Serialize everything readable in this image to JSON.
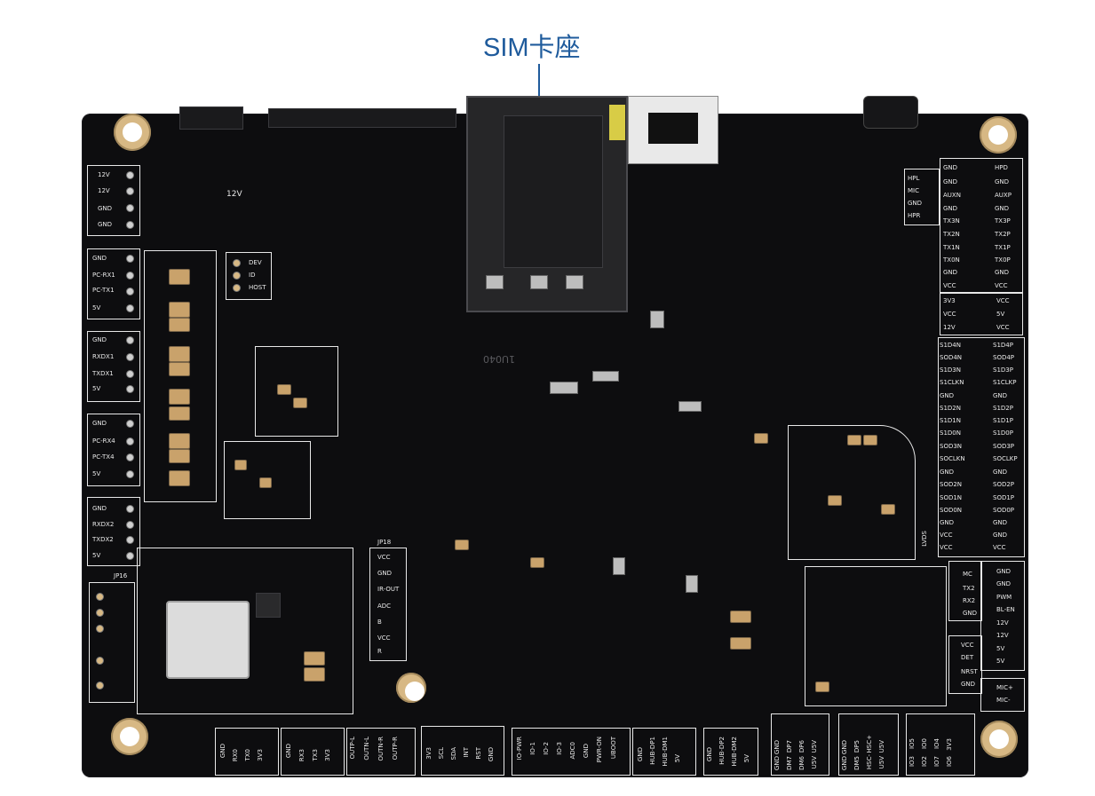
{
  "callout": {
    "label": "SIM卡座"
  },
  "board": {
    "label_12v": "12V",
    "left_groups": [
      [
        "12V",
        "12V",
        "GND",
        "GND"
      ],
      [
        "GND",
        "PC-RX1",
        "PC-TX1",
        "5V"
      ],
      [
        "GND",
        "RXDX1",
        "TXDX1",
        "5V"
      ],
      [
        "GND",
        "PC-RX4",
        "PC-TX4",
        "5V"
      ],
      [
        "GND",
        "RXDX2",
        "TXDX2",
        "5V"
      ]
    ],
    "usb_mode": [
      "DEV",
      "ID",
      "HOST"
    ],
    "jp16": "JP16",
    "jp18": "JP18",
    "jp18_pins": [
      "VCC",
      "GND",
      "IR-OUT",
      "ADC",
      "B",
      "VCC",
      "R"
    ],
    "chip_mark": "1U040",
    "right_top_left": [
      "GND",
      "GND",
      "AUXN",
      "GND",
      "TX3N",
      "TX2N",
      "TX1N",
      "TX0N",
      "GND",
      "VCC"
    ],
    "right_top_right": [
      "HPD",
      "GND",
      "AUXP",
      "GND",
      "TX3P",
      "TX2P",
      "TX1P",
      "TX0P",
      "GND",
      "VCC"
    ],
    "hpl_group": [
      "HPL",
      "MIC",
      "GND",
      "HPR"
    ],
    "power_left": [
      "3V3",
      "VCC",
      "12V"
    ],
    "power_right": [
      "VCC",
      "5V",
      "VCC"
    ],
    "lvds_left": [
      "S1D4N",
      "SOD4N",
      "S1D3N",
      "S1CLKN",
      "GND",
      "S1D2N",
      "S1D1N",
      "S1D0N",
      "SOD3N",
      "SOCLKN",
      "GND",
      "SOD2N",
      "SOD1N",
      "SOD0N",
      "GND",
      "VCC",
      "VCC"
    ],
    "lvds_right": [
      "S1D4P",
      "SOD4P",
      "S1D3P",
      "S1CLKP",
      "GND",
      "S1D2P",
      "S1D1P",
      "S1D0P",
      "SOD3P",
      "SOCLKP",
      "GND",
      "SOD2P",
      "SOD1P",
      "SOD0P",
      "GND",
      "GND",
      "VCC"
    ],
    "lvds_label": "LVDS",
    "right_mid_left": [
      "MC",
      "TX2",
      "RX2",
      "GND"
    ],
    "right_mid_right": [
      "GND",
      "GND",
      "PWM",
      "BL-EN",
      "12V",
      "12V",
      "5V",
      "5V"
    ],
    "right_low_left": [
      "VCC",
      "DET",
      "NRST",
      "GND"
    ],
    "mic": [
      "MIC+",
      "MIC-"
    ],
    "bottom_groups": [
      [
        "GND",
        "RX0",
        "TX0",
        "3V3"
      ],
      [
        "GND",
        "RX3",
        "TX3",
        "3V3"
      ],
      [
        "OUTP-L",
        "OUTN-L",
        "OUTN-R",
        "OUTP-R"
      ],
      [
        "3V3",
        "SCL",
        "SDA",
        "INT",
        "RST",
        "GND"
      ],
      [
        "IO-PWR",
        "IO-1",
        "IO-2",
        "IO-3",
        "ADC0",
        "GND",
        "PWR-ON",
        "UBOOT"
      ],
      [
        "GND",
        "HUB-DP1",
        "HUB-DM1",
        "5V"
      ],
      [
        "GND",
        "HUB-DP2",
        "HUB-DM2",
        "5V"
      ],
      [
        "GND",
        "GND",
        "DP7",
        "DM7",
        "DP6",
        "DM6",
        "U5V",
        "U5V"
      ],
      [
        "GND",
        "GND",
        "DP5",
        "DM5",
        "HSC+",
        "HSC-",
        "U5V",
        "U5V"
      ],
      [
        "IO3",
        "IO2",
        "IO7",
        "IO6",
        "IO5",
        "IO0",
        "IO4",
        "3V3"
      ]
    ]
  }
}
